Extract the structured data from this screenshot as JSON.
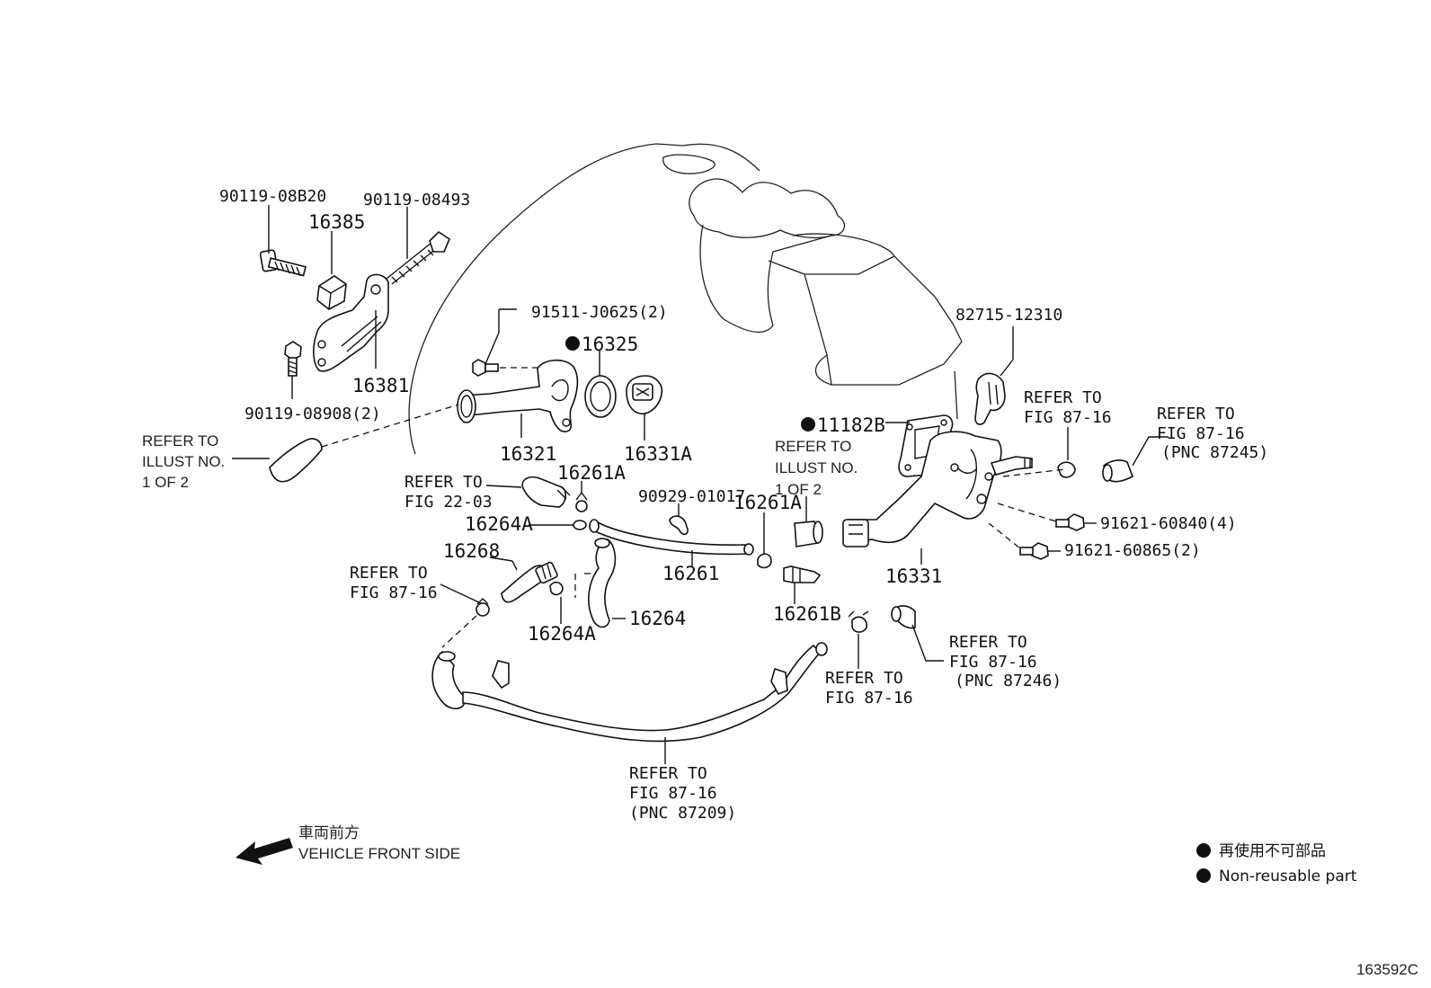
{
  "diagram_id": "163592C",
  "labels": {
    "bolt_90119_08b20": "90119-08B20",
    "bolt_90119_08493": "90119-08493",
    "p16385": "16385",
    "p16381": "16381",
    "bolt_90119_08908": "90119-08908(2)",
    "bolt_91511": "91511-J0625(2)",
    "p16325": "16325",
    "p16321": "16321",
    "p16331a": "16331A",
    "p16261a_1": "16261A",
    "p16264a_1": "16264A",
    "p16268": "16268",
    "p16264a_2": "16264A",
    "p16264": "16264",
    "p16261": "16261",
    "clip_90929": "90929-01017",
    "p16261a_2": "16261A",
    "p16261b": "16261B",
    "p11182b": "11182B",
    "p82715": "82715-12310",
    "p16331": "16331",
    "bolt_91621_60840": "91621-60840(4)",
    "bolt_91621_60865": "91621-60865(2)"
  },
  "refs": {
    "illust_left": [
      "REFER TO",
      "ILLUST NO.",
      "1 OF 2"
    ],
    "illust_mid": [
      "REFER TO",
      "ILLUST NO.",
      "1 OF 2"
    ],
    "fig2203": [
      "REFER TO",
      "FIG 22-03"
    ],
    "fig8716_left": [
      "REFER TO",
      "FIG 87-16"
    ],
    "fig8716_bottom": [
      "REFER TO",
      "FIG 87-16",
      "(PNC 87209)"
    ],
    "fig8716_center": [
      "REFER TO",
      "FIG 87-16"
    ],
    "fig8716_87246": [
      "REFER TO",
      "FIG 87-16",
      "(PNC 87246)"
    ],
    "fig8716_top1": [
      "REFER TO",
      "FIG 87-16"
    ],
    "fig8716_87245": [
      "REFER TO",
      "FIG 87-16",
      "(PNC 87245)"
    ]
  },
  "front": {
    "jp": "車両前方",
    "en": "VEHICLE FRONT SIDE"
  },
  "legend": {
    "jp": "再使用不可部品",
    "en": "Non-reusable part"
  }
}
